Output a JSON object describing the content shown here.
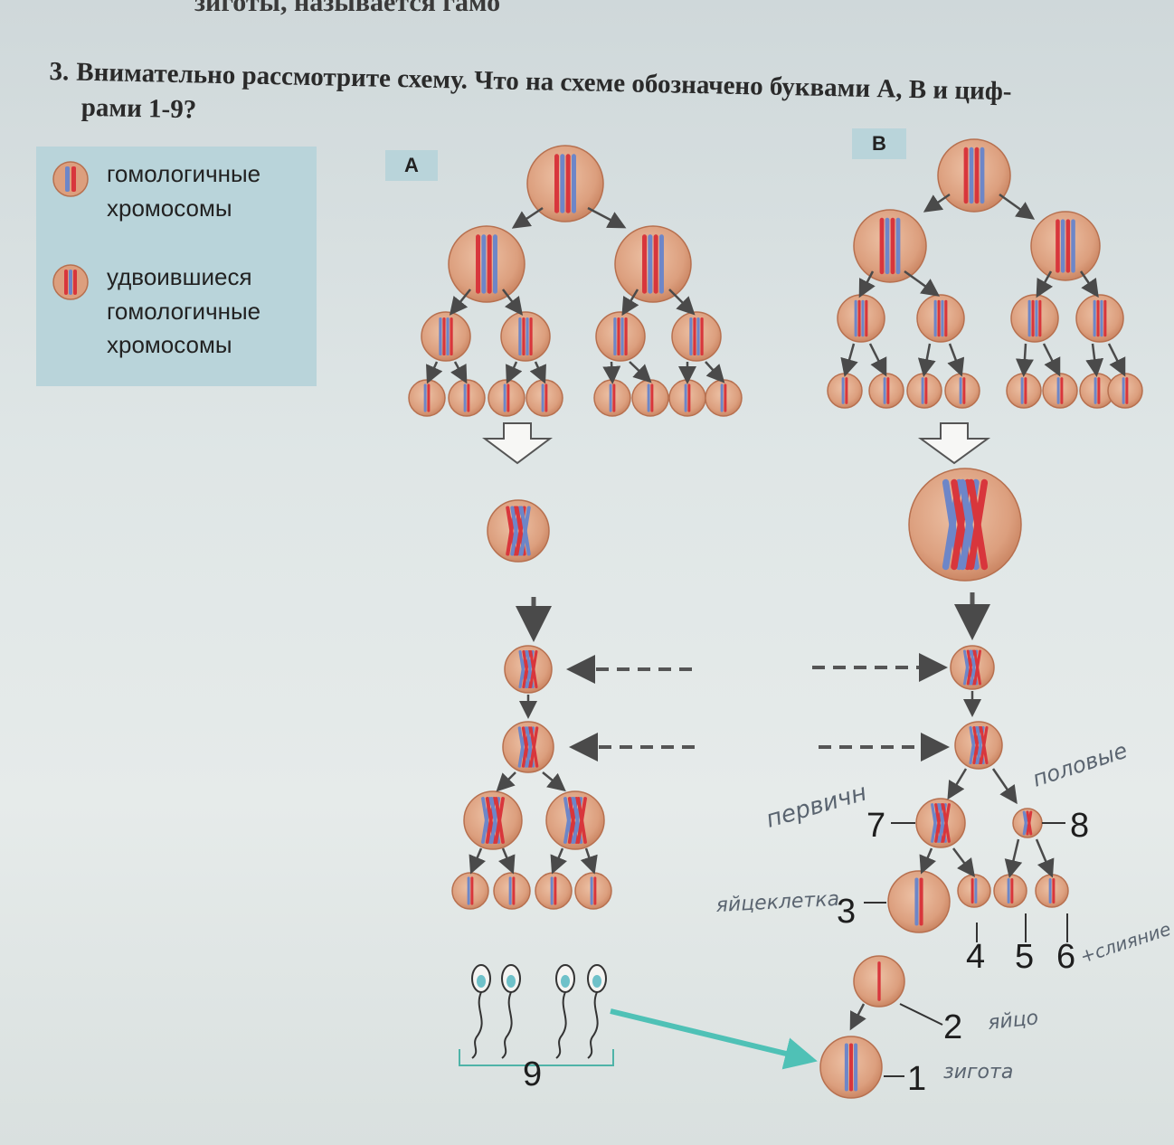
{
  "header": {
    "top_fragment": "зиготы, называется гамо",
    "question_number": "3.",
    "question_line1": "Внимательно рассмотрите схему. Что на схеме обозначено буквами А, В и циф-",
    "question_line2": "рами 1-9?"
  },
  "legend": {
    "item1": "гомологичные хромосомы",
    "item2": "удвоившиеся гомологичные хромосомы"
  },
  "tags": {
    "a": "А",
    "b": "В"
  },
  "labels": {
    "n1": "1",
    "n2": "2",
    "n3": "3",
    "n4": "4",
    "n5": "5",
    "n6": "6",
    "n7": "7",
    "n8": "8",
    "n9": "9"
  },
  "handwriting": {
    "h_polovye": "половые",
    "h_pervichn": "первичн",
    "h_yaytsekletka": "яйцеклетка",
    "h_zigota": "зигота",
    "h_yaytso": "яйцо",
    "h_sliyanie": "+слияние"
  },
  "colors": {
    "cell": "#dc9f7e",
    "cell_dark": "#b7704f",
    "chrom_red": "#d8363c",
    "chrom_blue": "#6d86c8",
    "teal_arrow": "#4fc1b6",
    "legend_bg": "#b9d4da"
  }
}
